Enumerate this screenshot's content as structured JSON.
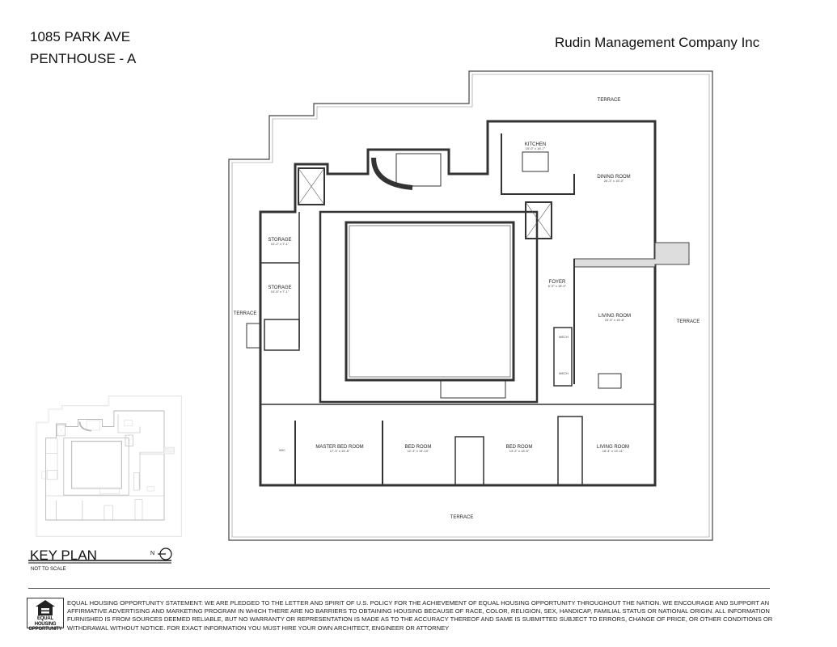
{
  "header": {
    "address_line1": "1085 PARK AVE",
    "address_line2": "PENTHOUSE - A",
    "company": "Rudin Management Company Inc"
  },
  "plan": {
    "terraces": {
      "top": "TERRACE",
      "left": "TERRACE",
      "right": "TERRACE",
      "bottom": "TERRACE"
    },
    "rooms": [
      {
        "name": "KITCHEN",
        "dims": "15'-0\" x 16'-7\""
      },
      {
        "name": "DINING ROOM",
        "dims": "26'-3\" x 15'-3\""
      },
      {
        "name": "FOYER",
        "dims": "6'-9\" x 18'-0\""
      },
      {
        "name": "LIVING ROOM",
        "dims": "23'-5\" x 15'-8\""
      },
      {
        "name": "STORAGE",
        "dims": "10'-2\" x 7'-1\""
      },
      {
        "name": "STORAGE",
        "dims": "10'-5\" x 7'-1\""
      },
      {
        "name": "MASTER BED ROOM",
        "dims": "17'-3\" x 15'-8\""
      },
      {
        "name": "BED ROOM",
        "dims": "12'-3\" x 14'-10\""
      },
      {
        "name": "BED ROOM",
        "dims": "13'-2\" x 18'-5\""
      },
      {
        "name": "LIVING ROOM",
        "dims": "18'-4\" x 13'-11\""
      }
    ],
    "small_labels": {
      "wic": "WIC",
      "mech1": "MECH",
      "mech2": "MECH"
    }
  },
  "key_plan": {
    "title": "KEY PLAN",
    "subtitle": "NOT TO SCALE",
    "north": "N"
  },
  "footer": {
    "logo_text": "EQUAL HOUSING OPPORTUNITY",
    "disclaimer": "EQUAL HOUSING OPPORTUNITY STATEMENT: WE ARE PLEDGED TO THE LETTER AND SPIRIT OF U.S. POLICY FOR THE ACHIEVEMENT OF EQUAL HOUSING OPPORTUNITY THROUGHOUT THE NATION.  WE ENCOURAGE AND SUPPORT AN AFFIRMATIVE ADVERTISING AND MARKETING PROGRAM IN WHICH THERE ARE NO BARRIERS TO OBTAINING HOUSING BECAUSE OF RACE, COLOR, RELIGION, SEX, HANDICAP, FAMILIAL STATUS OR NATIONAL ORIGIN.  ALL INFORMATION FURNISHED IS FROM SOURCES DEEMED RELIABLE, BUT NO WARRANTY OR REPRESENTATION IS MADE AS TO THE ACCURACY THEREOF AND SAME IS SUBMITTED SUBJECT TO ERRORS, CHANGE OF PRICE, OR OTHER CONDITIONS OR WITHDRAWAL WITHOUT NOTICE.  FOR EXACT INFORMATION YOU MUST HIRE YOUR OWN ARCHITECT, ENGINEER OR ATTORNEY"
  }
}
